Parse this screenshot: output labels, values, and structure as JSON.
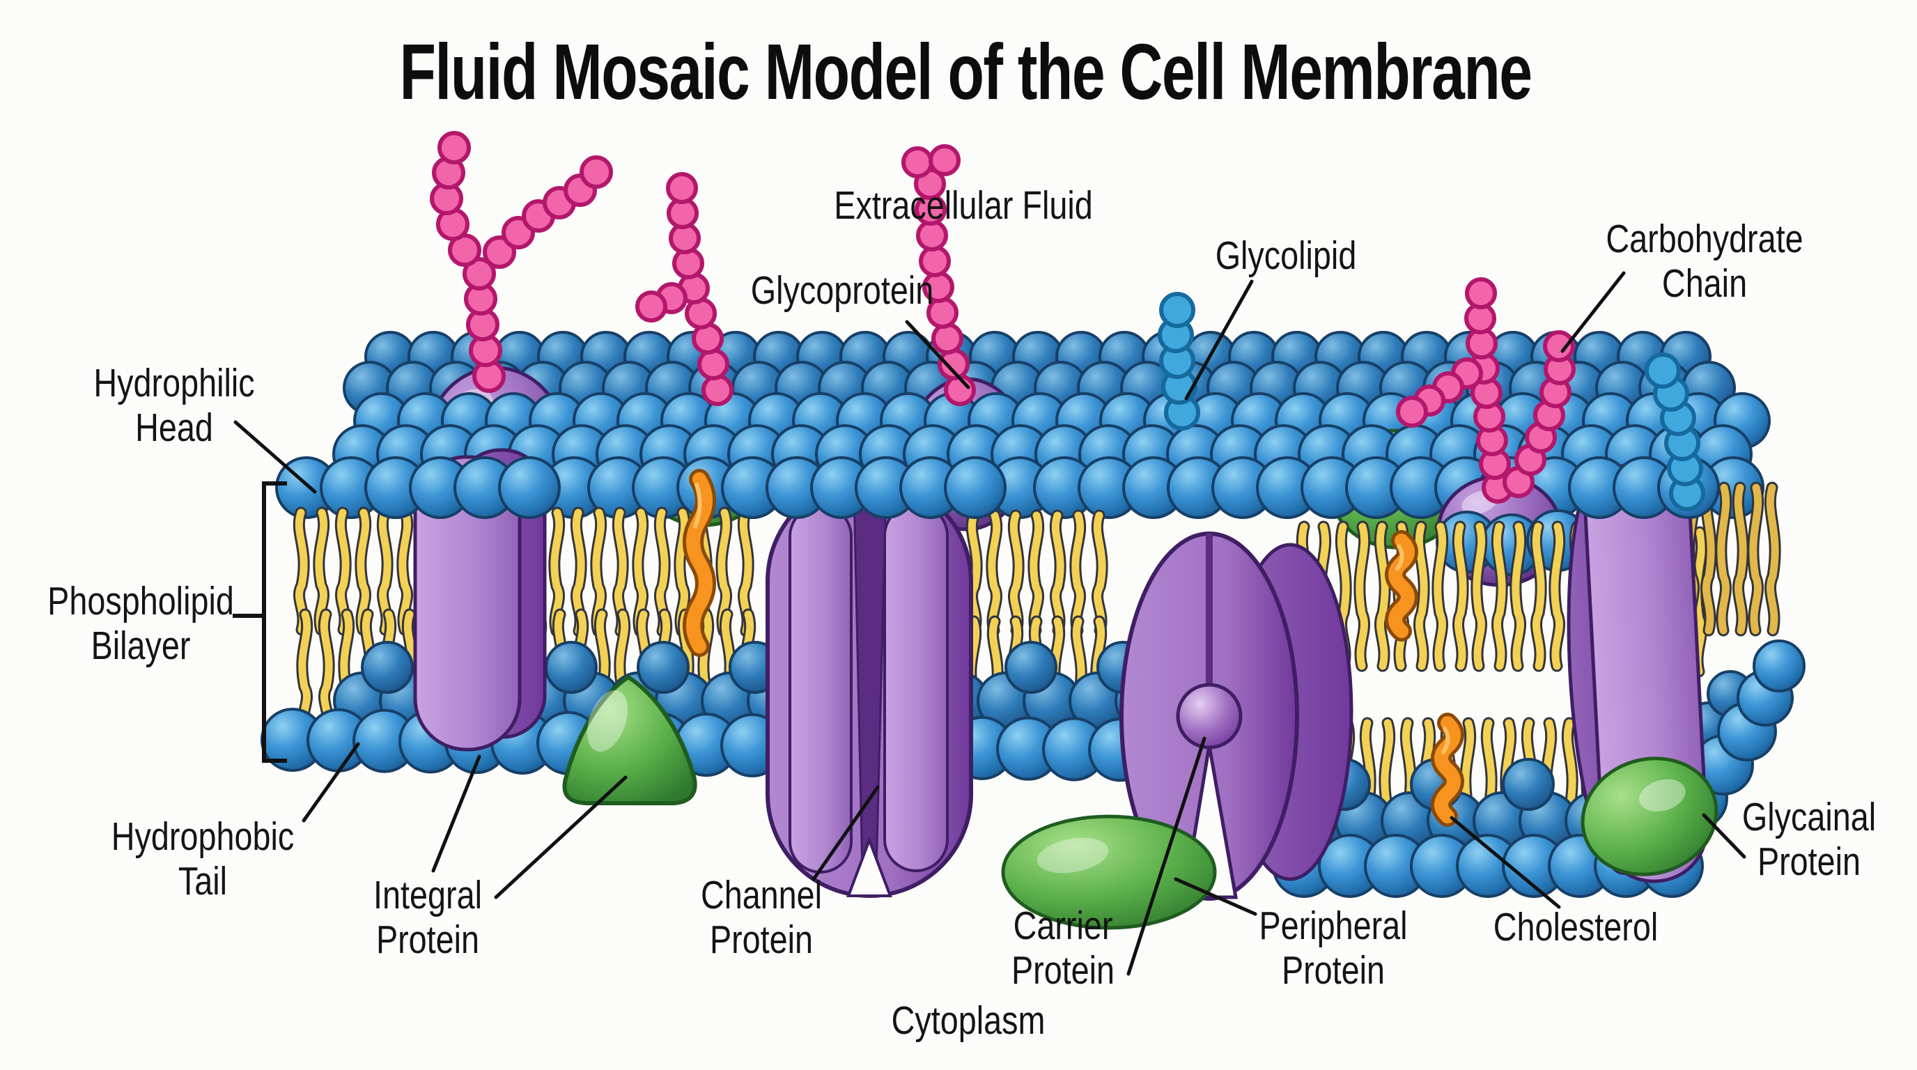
{
  "diagram": {
    "title": "Fluid Mosaic Model of the Cell Membrane",
    "labels": {
      "extracellular_fluid": "Extracellular Fluid",
      "glycoprotein": "Glycoprotein",
      "glycolipid": "Glycolipid",
      "carbohydrate_chain": "Carbohydrate\nChain",
      "hydrophilic_head": "Hydrophilic\nHead",
      "phospholipid_bilayer": "Phospholipid\nBilayer",
      "hydrophobic_tail": "Hydrophobic\nTail",
      "integral_protein": "Integral\nProtein",
      "channel_protein": "Channel\nProtein",
      "carrier_protein": "Carrier\nProtein",
      "peripheral_protein": "Peripheral\nProtein",
      "cholesterol": "Cholesterol",
      "glycainal_protein": "Glycainal\nProtein",
      "cytoplasm": "Cytoplasm"
    },
    "colors": {
      "background": "#fcfcfb",
      "ink": "#141414",
      "leader_line": "#111111",
      "ball_highlight": "#8fd0f2",
      "ball_mid": "#3e96d6",
      "ball_shade": "#2473b2",
      "ball_dark": "#1a5a92",
      "ball_outline": "#173f66",
      "ball_back_hi": "#7fbde4",
      "ball_back": "#2e7cba",
      "ball_back_dark": "#1b5286",
      "tail_yellow": "#f2d155",
      "tail_gold": "#e2b84a",
      "tail_outline": "#33343c",
      "purple_light": "#c9a2e2",
      "purple_soft": "#b288d2",
      "purple_mid": "#a070c2",
      "purple_strong": "#9263b8",
      "purple_deep": "#71399c",
      "purple_dark": "#5a2d82",
      "purple_outline": "#3f1e63",
      "knob_light": "#e6cdf4",
      "green_light": "#a8e08a",
      "green_mid": "#5cb14b",
      "green_dark": "#2f7a2e",
      "green_outline": "#1f5c1f",
      "pink_bead": "#f265ab",
      "pink_outline": "#b3176b",
      "blue_bead": "#41a8de",
      "blue_bead_outline": "#156a9e",
      "orange": "#f79420",
      "orange_highlight": "#ffc46a",
      "orange_outline": "#8a4a08"
    }
  }
}
